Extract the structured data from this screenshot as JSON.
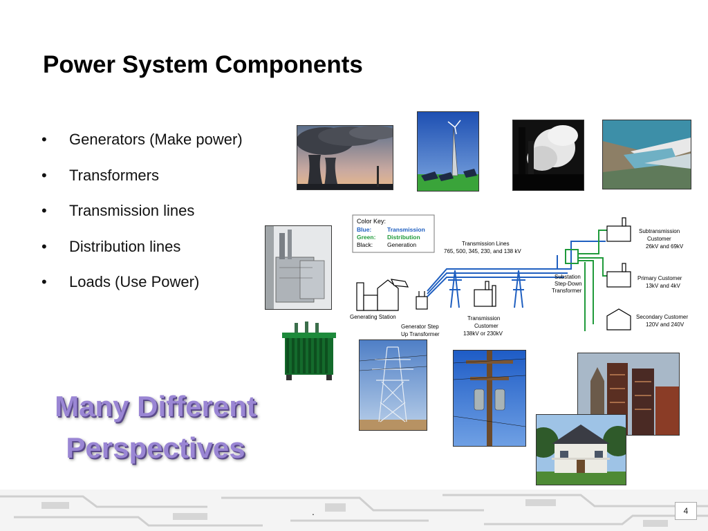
{
  "slide": {
    "title": "Power System Components",
    "bullets": [
      "Generators (Make power)",
      "Transformers",
      "Transmission lines",
      "Distribution lines",
      "Loads (Use Power)"
    ],
    "bullet_glyph": "•",
    "tagline": [
      "Many Different",
      "Perspectives"
    ],
    "page_number": "4",
    "footer_mark": "."
  },
  "diagram": {
    "color_key": {
      "heading": "Color Key:",
      "rows": [
        {
          "color_name": "Blue:",
          "meaning": "Transmission",
          "color": "#1f5fc0"
        },
        {
          "color_name": "Green:",
          "meaning": "Distribution",
          "color": "#1f9a3a"
        },
        {
          "color_name": "Black:",
          "meaning": "Generation",
          "color": "#000000"
        }
      ]
    },
    "labels": {
      "transmission_lines_1": "Transmission Lines",
      "transmission_lines_2": "765, 500, 345, 230, and 138 kV",
      "generating_station": "Generating Station",
      "step_up_1": "Generator Step",
      "step_up_2": "Up Transformer",
      "trans_customer_1": "Transmission",
      "trans_customer_2": "Customer",
      "trans_customer_3": "138kV or 230kV",
      "substation_1": "Substation",
      "substation_2": "Step-Down",
      "substation_3": "Transformer",
      "subtrans_1": "Subtransmission",
      "subtrans_2": "Customer",
      "subtrans_3": "26kV and 69kV",
      "primary_1": "Primary Customer",
      "primary_2": "13kV and 4kV",
      "secondary_1": "Secondary Customer",
      "secondary_2": "120V and 240V"
    }
  },
  "colors": {
    "transmission": "#1f5fc0",
    "distribution": "#1f9a3a",
    "tagline": "#9a86d4"
  }
}
